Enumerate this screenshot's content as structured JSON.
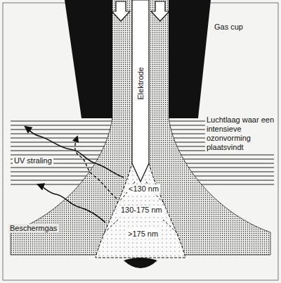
{
  "diagram": {
    "labels": [
      "Gas cup",
      "Elektrode",
      "Luchtlaag waar een intensieve ozonvorming plaatsvindt",
      "UV straling",
      "<130 nm",
      "130-175 nm",
      ">175 nm",
      "Beschermgas"
    ]
  }
}
